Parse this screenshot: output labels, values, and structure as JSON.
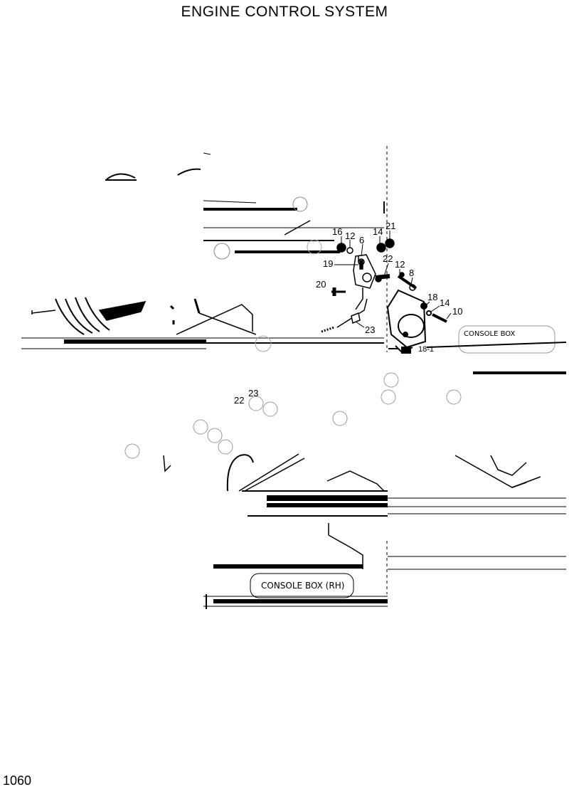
{
  "title": "ENGINE CONTROL SYSTEM",
  "page_number": "1060",
  "callouts": {
    "c16": "16",
    "c12a": "12",
    "c14a": "14",
    "c21": "21",
    "c6": "6",
    "c19": "19",
    "c20": "20",
    "c22a": "22",
    "c12b": "12",
    "c8": "8",
    "c18": "18",
    "c14b": "14",
    "c10": "10",
    "c23a": "23",
    "c23b": "23",
    "c22b": "22",
    "c18b": "18-1"
  },
  "labels": {
    "console_box_rh": "CONSOLE BOX (RH)",
    "console_box_top": "CONSOLE BOX"
  }
}
